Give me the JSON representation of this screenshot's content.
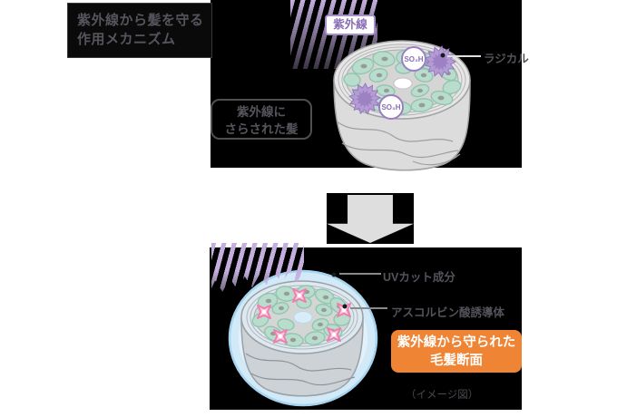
{
  "header": {
    "title_line1": "紫外線から髪を守る",
    "title_line2": "作用メカニズム"
  },
  "top_section": {
    "uv_label": "紫外線",
    "radical_label": "ラジカル",
    "so3h_label": "SO₃H",
    "exposed_label_line1": "紫外線に",
    "exposed_label_line2": "さらされた髪"
  },
  "bottom_section": {
    "uv_cut_label": "UVカット成分",
    "ascorbic_label": "アスコルビン酸誘導体",
    "protected_line1": "紫外線から守られた",
    "protected_line2": "毛髪断面",
    "image_note": "（イメージ図）"
  },
  "colors": {
    "panel_black": "#000000",
    "muted_text_gray": "#55555d",
    "uv_purple_text": "#8a6fb5",
    "ray_stripe_purple": "#c3aedd",
    "radical_purple": "#b49bd3",
    "cell_teal": "#b9ddcd",
    "coat_blue": "#d2e9f8",
    "sparkle_pink": "#ef7fae",
    "accent_orange": "#ee8434",
    "arrow_gray": "#dedede"
  }
}
